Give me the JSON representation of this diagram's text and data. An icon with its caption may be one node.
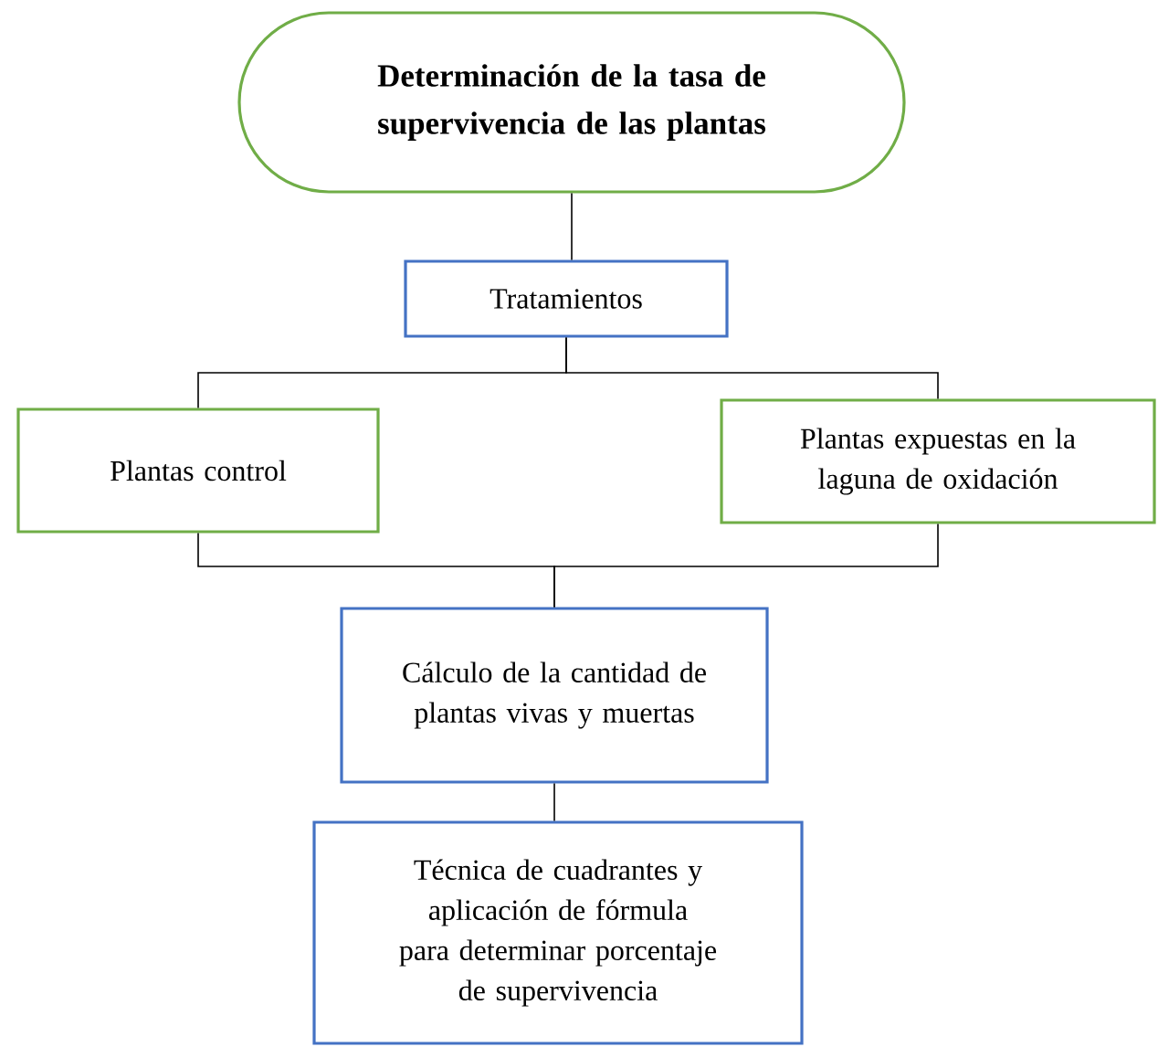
{
  "diagram": {
    "nodes": [
      {
        "text": [
          "Determinación de la tasa de supervivencia de las plantas"
        ]
      },
      {
        "text": [
          "Tratamientos"
        ]
      },
      {
        "text": [
          "Plantas control"
        ]
      },
      {
        "text": [
          "Plantas expuestas en la laguna de oxidación"
        ]
      },
      {
        "text": [
          "Cálculo de la cantidad de plantas vivas y muertas"
        ]
      },
      {
        "text": [
          "Técnica de cuadrantes y aplicación de fórmula para determinar porcentaje de supervivencia"
        ]
      }
    ],
    "edges": [
      {
        "from": 0,
        "to": 1,
        "arrow": "none"
      },
      {
        "from": 1,
        "to": 2,
        "arrow": "none"
      },
      {
        "from": 1,
        "to": 3,
        "arrow": "none"
      },
      {
        "from": 2,
        "to": 4,
        "arrow": "none"
      },
      {
        "from": 3,
        "to": 4,
        "arrow": "none"
      },
      {
        "from": 4,
        "to": 5,
        "arrow": "none"
      }
    ]
  }
}
